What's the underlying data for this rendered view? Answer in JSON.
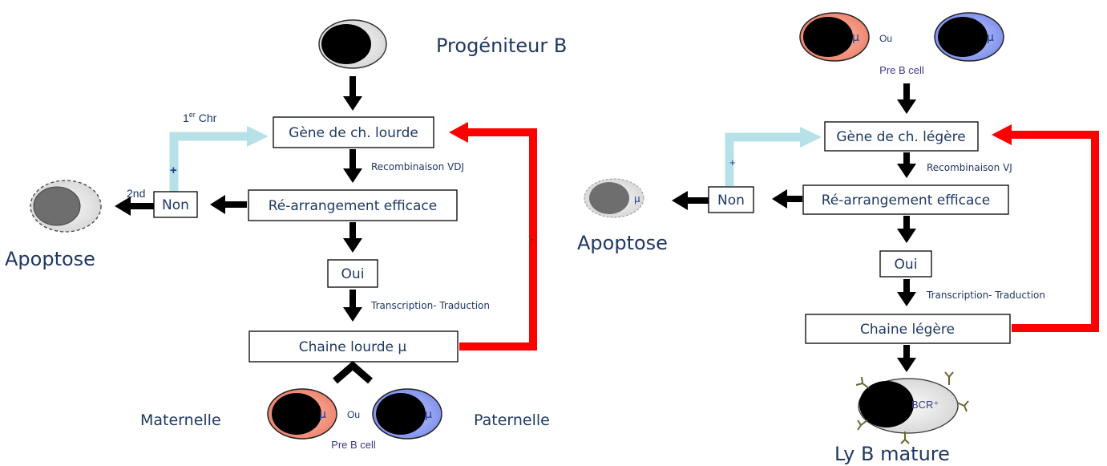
{
  "left": {
    "progenitor_label": "Progéniteur B",
    "box_heavy_gene": "Gène de  ch. lourde",
    "recomb_label": "Recombinaison VDJ",
    "box_rearrangement": "Ré-arrangement efficace",
    "box_oui": "Oui",
    "transcription_label": "Transcription- Traduction",
    "box_chain": "Chaine lourde µ",
    "box_non": "Non",
    "first_chr_label": "1",
    "first_chr_sup": "er",
    "first_chr_rest": " Chr",
    "plus_sign": "+",
    "second_label": "2nd",
    "minus_sign": "-",
    "apoptosis_label": "Apoptose",
    "maternal_label": "Maternelle",
    "paternal_label": "Paternelle",
    "ou_label": "Ou",
    "mu_label": "µ",
    "pre_b_label": "Pre B cell"
  },
  "right": {
    "mu_label": "µ",
    "ou_label": "Ou",
    "pre_b_label": "Pre B cell",
    "box_light_gene": "Gène de  ch. légère",
    "recomb_label": "Recombinaison VJ",
    "box_rearrangement": "Ré-arrangement efficace",
    "box_oui": "Oui",
    "transcription_label": "Transcription- Traduction",
    "box_chain": "Chaine légère",
    "box_non": "Non",
    "plus_sign": "+",
    "apoptosis_label": "Apoptose",
    "bcr_label": "BCR⁺",
    "mature_label": "Ly B mature"
  },
  "colors": {
    "arrow_black": "#000000",
    "feedback_red": "#ff0000",
    "alt_path_cyan": "#b7e1e8",
    "maternal_fill": "#f0907a",
    "paternal_fill": "#8c9cf0",
    "nucleus": "#000000",
    "apoptotic_nucleus": "#6e6e6e",
    "text_blue": "#1f3864"
  }
}
